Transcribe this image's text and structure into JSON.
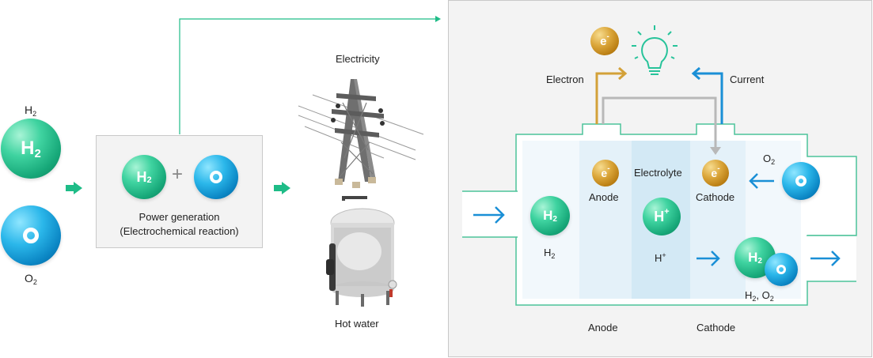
{
  "inputs": {
    "h2_label_main": "H",
    "h2_label_sub": "2",
    "h2_ball_main": "H",
    "h2_ball_sub": "2",
    "o2_label_main": "O",
    "o2_label_sub": "2"
  },
  "process": {
    "h2_ball_main": "H",
    "h2_ball_sub": "2",
    "plus": "+",
    "title_line1": "Power generation",
    "title_line2": "(Electrochemical reaction)"
  },
  "outputs": {
    "electricity": "Electricity",
    "hot_water": "Hot water"
  },
  "cell": {
    "electron_ball": "e",
    "electron_ball_sup": "-",
    "electron_label": "Electron",
    "current_label": "Current",
    "anode_e": "e",
    "anode_e_sup": "-",
    "anode_label": "Anode",
    "electrolyte_label": "Electrolyte",
    "cathode_e": "e",
    "cathode_e_sup": "-",
    "cathode_label": "Cathode",
    "o2_label_main": "O",
    "o2_label_sub": "2",
    "h2_ball_main": "H",
    "h2_ball_sub": "2",
    "h2_label_main": "H",
    "h2_label_sub": "2",
    "hplus_ball_main": "H",
    "hplus_ball_sup": "+",
    "hplus_label_main": "H",
    "hplus_label_sup": "+",
    "h2_out_main": "H",
    "h2_out_sub": "2",
    "out_label_h": "H",
    "out_label_h_sub": "2",
    "out_label_sep": ", O",
    "out_label_o_sub": "2",
    "bottom_anode": "Anode",
    "bottom_cathode": "Cathode"
  },
  "colors": {
    "hydrogen": "#1fb985",
    "oxygen": "#0d91d0",
    "electron": "#d3a139",
    "green_arrow": "#1ebc87",
    "blue_arrow": "#1a8fd6",
    "gray_wire": "#b8b8b8",
    "cell_border": "#4cc39a"
  }
}
